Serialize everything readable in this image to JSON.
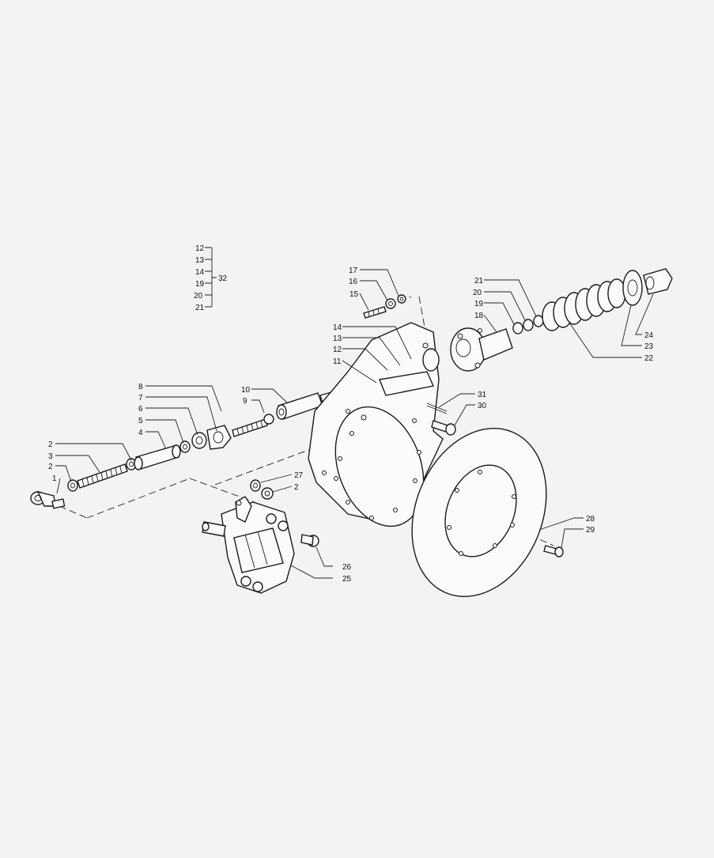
{
  "callouts": {
    "c1": "1",
    "c2a": "2",
    "c2b": "2",
    "c2c": "2",
    "c3": "3",
    "c4": "4",
    "c5": "5",
    "c6": "6",
    "c7": "7",
    "c8": "8",
    "c9": "9",
    "c10": "10",
    "c11": "11",
    "c12": "12",
    "c13": "13",
    "c14": "14",
    "c15": "15",
    "c16": "16",
    "c17": "17",
    "c18": "18",
    "c19": "19",
    "c20": "20",
    "c21": "21",
    "c22": "22",
    "c23": "23",
    "c24": "24",
    "c25": "25",
    "c26": "26",
    "c27": "27",
    "c28": "28",
    "c29": "29",
    "c30": "30",
    "c31": "31"
  },
  "kit": {
    "items": [
      "12",
      "13",
      "14",
      "19",
      "20",
      "21"
    ],
    "total": "32"
  }
}
